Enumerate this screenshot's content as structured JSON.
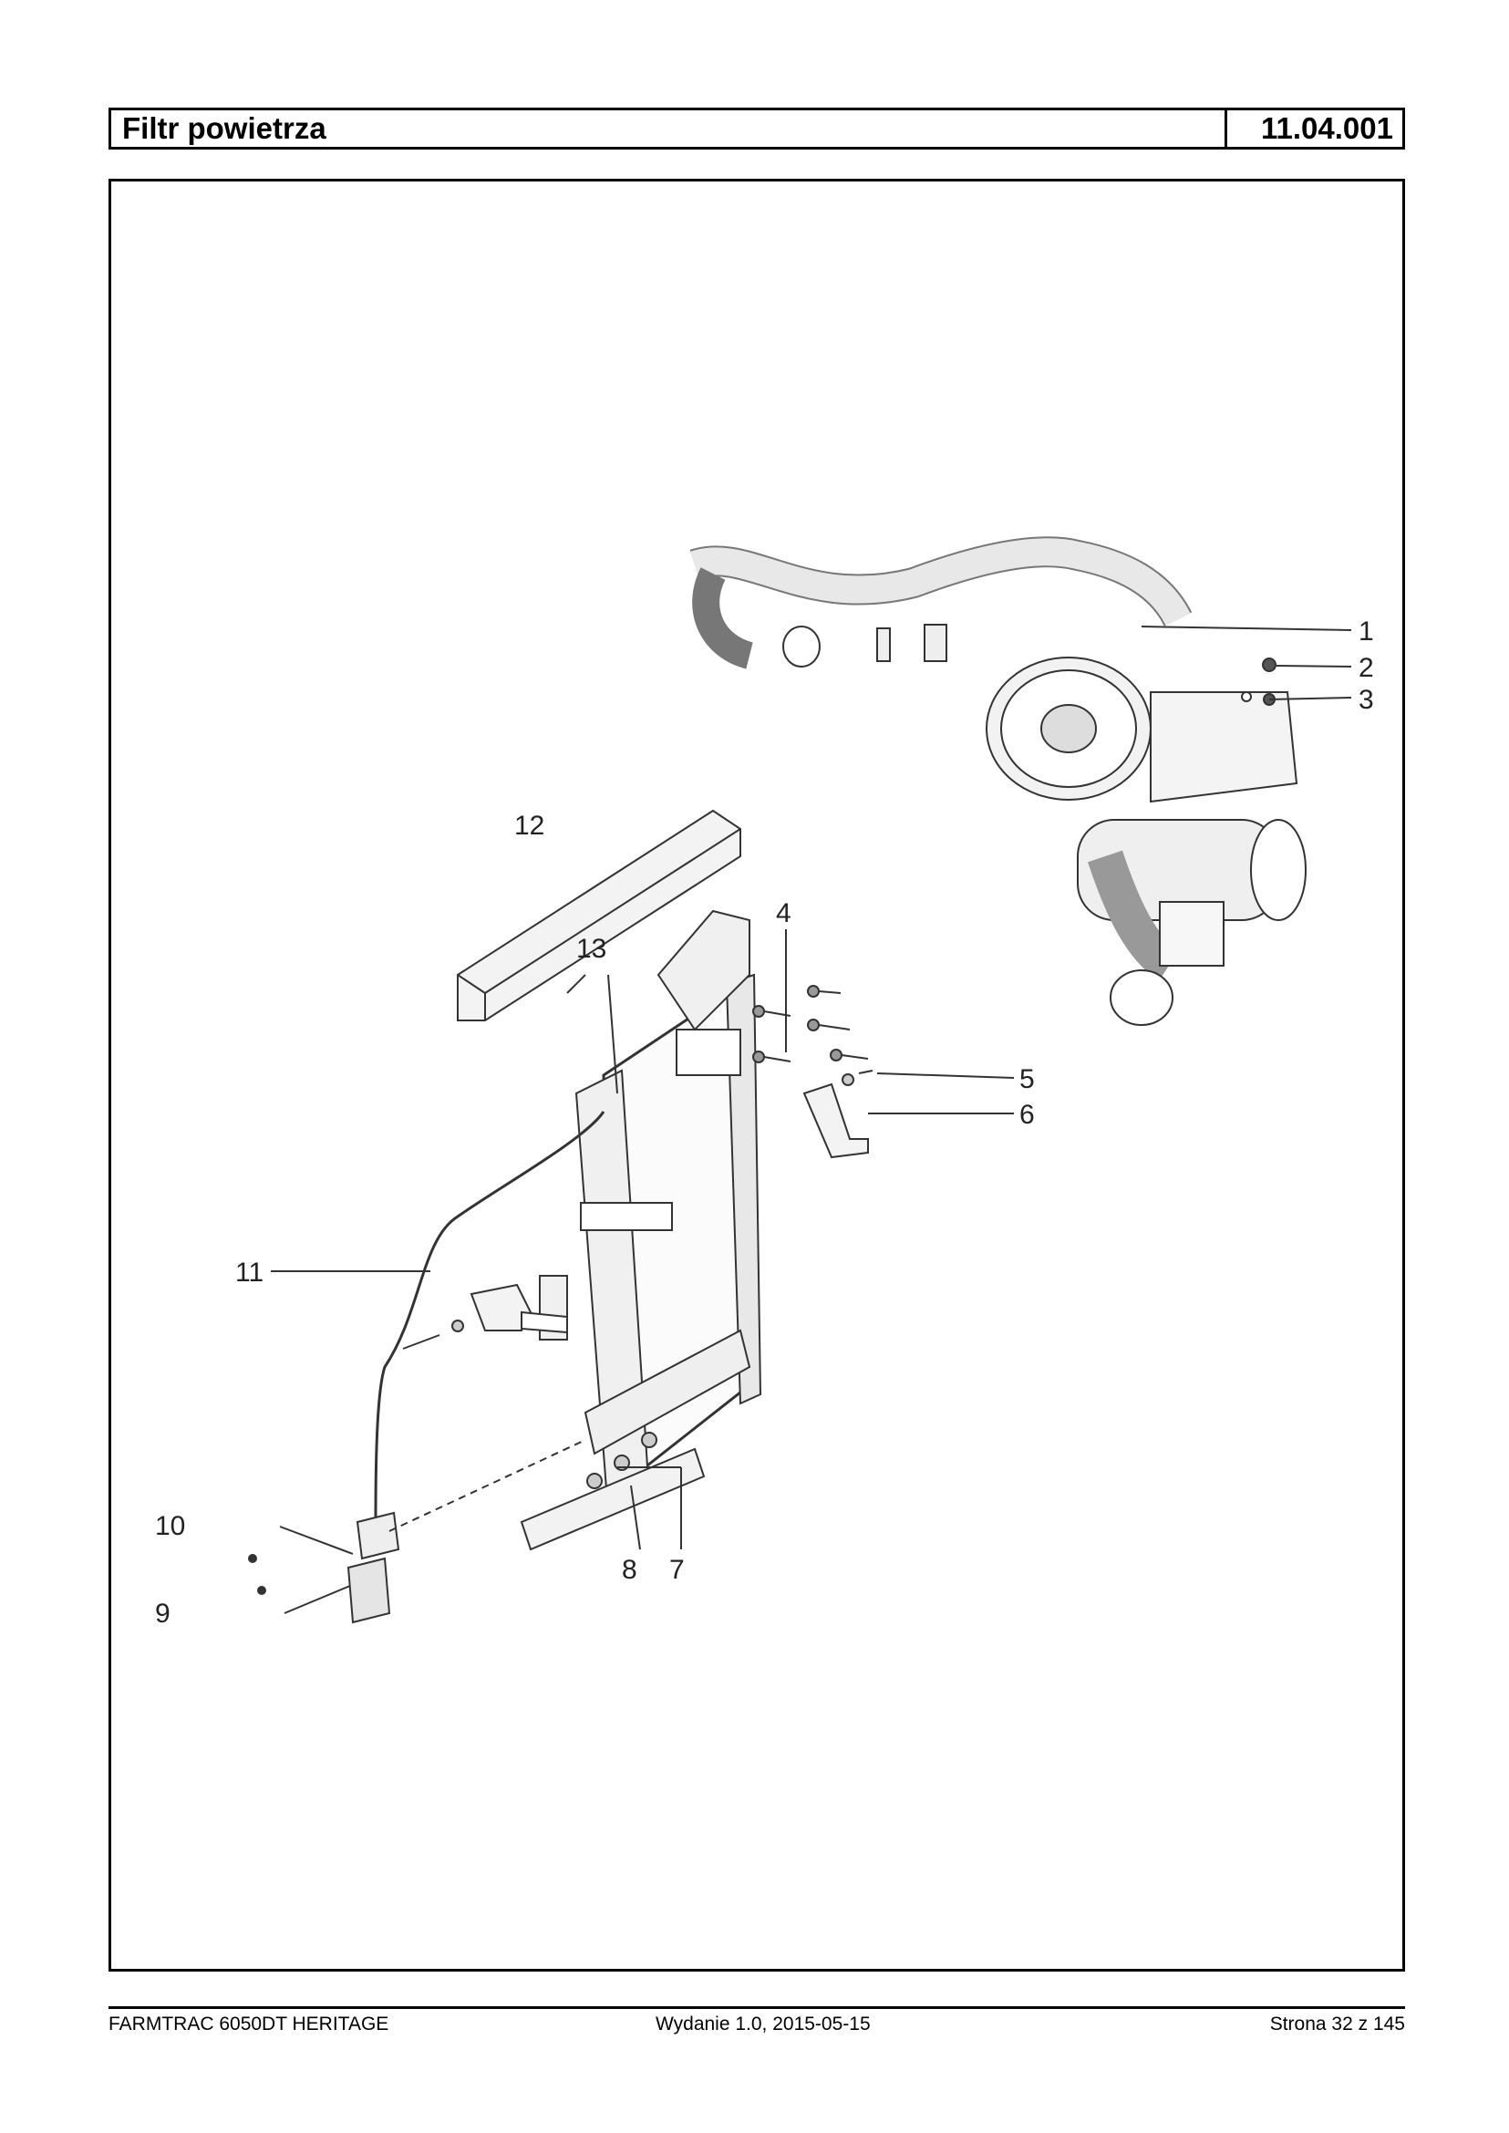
{
  "header": {
    "title": "Filtr powietrza",
    "code": "11.04.001"
  },
  "diagram": {
    "callouts": [
      "1",
      "2",
      "3",
      "4",
      "5",
      "6",
      "7",
      "8",
      "9",
      "10",
      "11",
      "12",
      "13"
    ]
  },
  "footer": {
    "model": "FARMTRAC 6050DT HERITAGE",
    "edition": "Wydanie 1.0,  2015-05-15",
    "page": "Strona 32 z 145"
  }
}
